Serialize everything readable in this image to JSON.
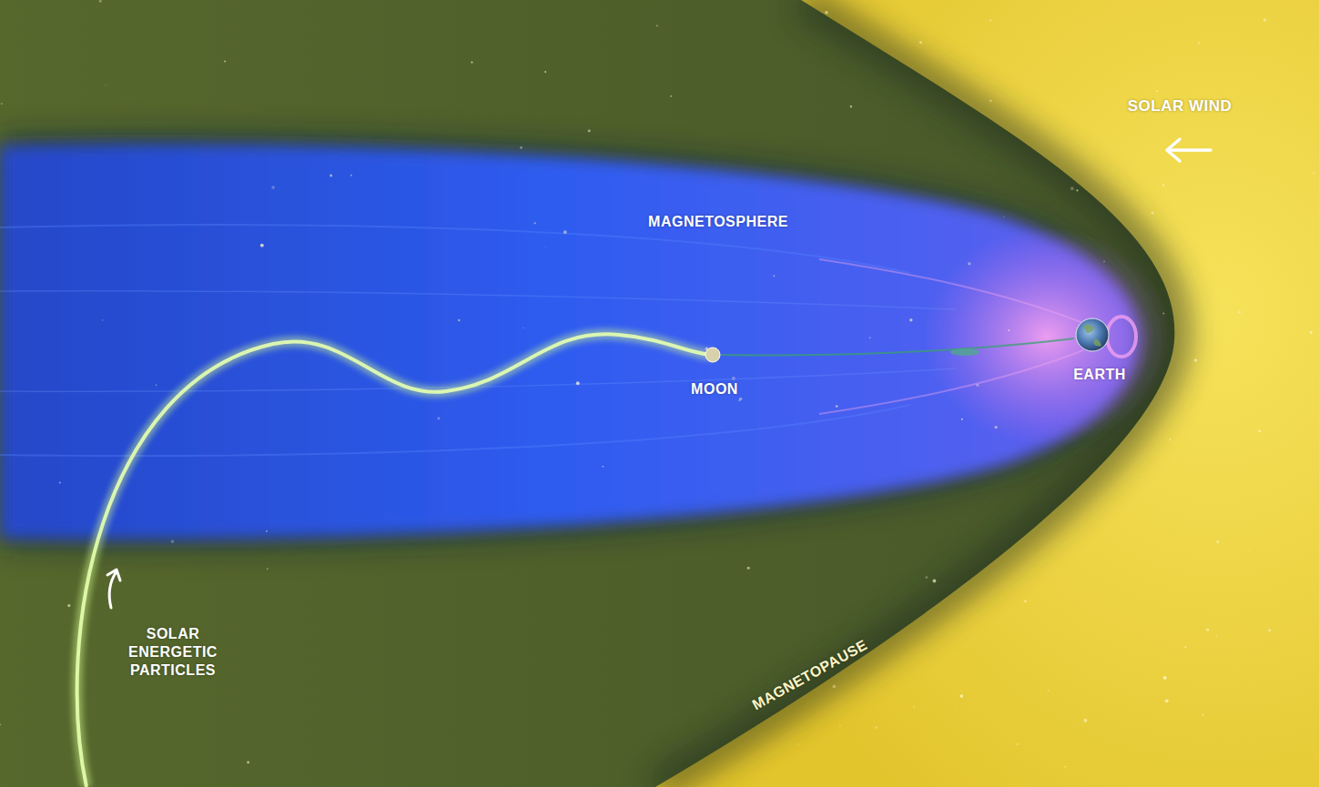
{
  "diagram": {
    "labels": [
      "SOLAR WIND",
      "MAGNETOSPHERE",
      "MOON",
      "EARTH",
      "SOLAR ENERGETIC PARTICLES",
      "MAGNETOPAUSE"
    ]
  }
}
